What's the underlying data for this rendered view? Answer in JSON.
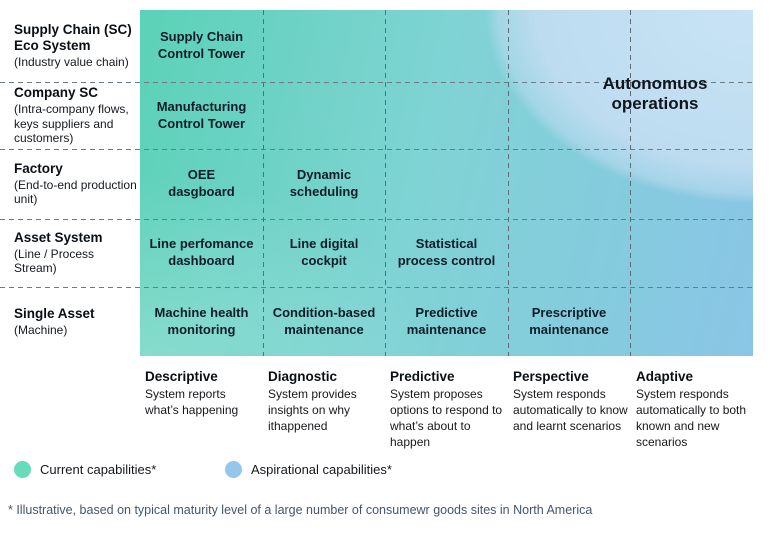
{
  "matrix": {
    "rows": [
      {
        "title": "Supply Chain (SC) Eco System",
        "subtitle": "(Industry value chain)"
      },
      {
        "title": "Company SC",
        "subtitle": "(Intra-company flows, keys suppliers and customers)"
      },
      {
        "title": "Factory",
        "subtitle": "(End-to-end production unit)"
      },
      {
        "title": "Asset System",
        "subtitle": "(Line / Process Stream)"
      },
      {
        "title": "Single Asset",
        "subtitle": "(Machine)"
      }
    ],
    "columns": [
      {
        "title": "Descriptive",
        "description": "System reports what’s happening"
      },
      {
        "title": "Diagnostic",
        "description": "System provides insights on why ithappened"
      },
      {
        "title": "Predictive",
        "description": "System proposes options to respond to what’s about to happen"
      },
      {
        "title": "Perspective",
        "description": "System responds automatically to know and learnt scenarios"
      },
      {
        "title": "Adaptive",
        "description": "System responds automatically to both known and new scenarios"
      }
    ],
    "cells": {
      "r1c1": "Supply Chain\nControl Tower",
      "r2c1": "Manufacturing\nControl Tower",
      "r3c1": "OEE\ndasgboard",
      "r3c2": "Dynamic\nscheduling",
      "r4c1": "Line perfomance\ndashboard",
      "r4c2": "Line digital\ncockpit",
      "r4c3": "Statistical\nprocess control",
      "r5c1": "Machine health\nmonitoring",
      "r5c2": "Condition-based\nmaintenance",
      "r5c3": "Predictive\nmaintenance",
      "r5c4": "Prescriptive\nmaintenance"
    },
    "aspirational_label": "Autonomuos\noperations"
  },
  "legend": [
    {
      "label": "Current capabilities*",
      "color": "#68dbbb"
    },
    {
      "label": "Aspirational capabilities*",
      "color": "#93c8ec"
    }
  ],
  "footnote": "* Illustrative, based on typical maturity level of a large number of consumewr goods sites in North America",
  "colors": {
    "current_gradient_start": "#5bd2b7",
    "current_gradient_end": "#8ac5e6",
    "aspirational_ellipse": "#bedcf0",
    "dashed_line": "#6e7a86",
    "footnote_text": "#44566b"
  }
}
